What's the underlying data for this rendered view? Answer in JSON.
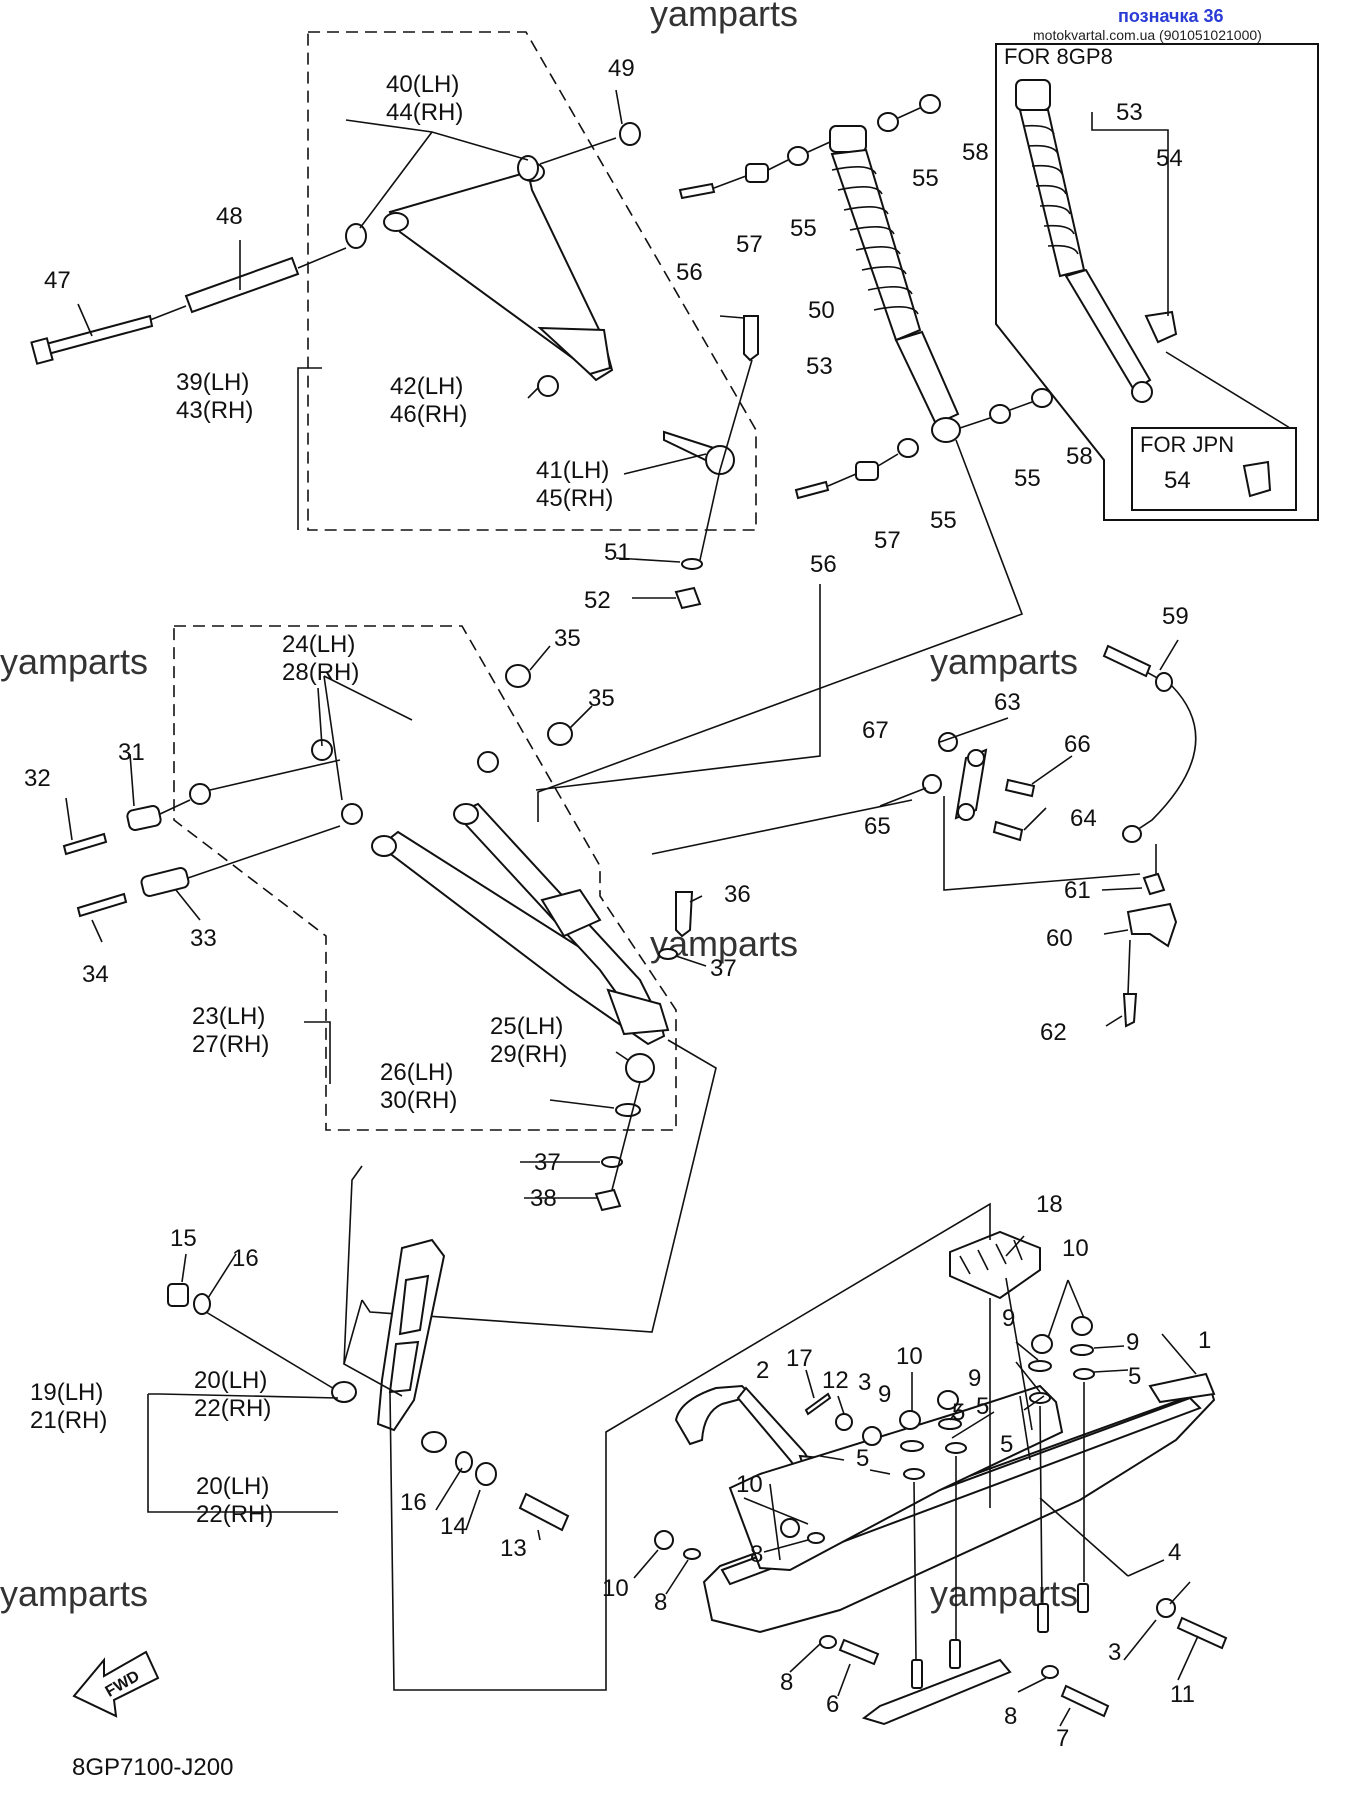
{
  "header": {
    "page_ref": "позначка 36",
    "source": "motokvartal.com.ua (901051021000)"
  },
  "watermark": "yamparts",
  "diagram_code": "8GP7100-J200",
  "fwd_label": "FWD",
  "boxes": {
    "variant_8gp8": "FOR 8GP8",
    "variant_jpn": "FOR JPN"
  },
  "labels": [
    {
      "id": "p1",
      "text": "1"
    },
    {
      "id": "p2",
      "text": "2"
    },
    {
      "id": "p3a",
      "text": "3"
    },
    {
      "id": "p3b",
      "text": "3"
    },
    {
      "id": "p4",
      "text": "4"
    },
    {
      "id": "p5a",
      "text": "5"
    },
    {
      "id": "p5b",
      "text": "5"
    },
    {
      "id": "p5c",
      "text": "5"
    },
    {
      "id": "p5d",
      "text": "5"
    },
    {
      "id": "p5e",
      "text": "5"
    },
    {
      "id": "p6",
      "text": "6"
    },
    {
      "id": "p7",
      "text": "7"
    },
    {
      "id": "p8a",
      "text": "8"
    },
    {
      "id": "p8b",
      "text": "8"
    },
    {
      "id": "p8c",
      "text": "8"
    },
    {
      "id": "p8d",
      "text": "8"
    },
    {
      "id": "p9a",
      "text": "9"
    },
    {
      "id": "p9b",
      "text": "9"
    },
    {
      "id": "p9c",
      "text": "9"
    },
    {
      "id": "p9d",
      "text": "9"
    },
    {
      "id": "p10a",
      "text": "10"
    },
    {
      "id": "p10b",
      "text": "10"
    },
    {
      "id": "p10c",
      "text": "10"
    },
    {
      "id": "p10d",
      "text": "10"
    },
    {
      "id": "p11",
      "text": "11"
    },
    {
      "id": "p12",
      "text": "12"
    },
    {
      "id": "p13",
      "text": "13"
    },
    {
      "id": "p14",
      "text": "14"
    },
    {
      "id": "p15",
      "text": "15"
    },
    {
      "id": "p16a",
      "text": "16"
    },
    {
      "id": "p16b",
      "text": "16"
    },
    {
      "id": "p17",
      "text": "17"
    },
    {
      "id": "p18",
      "text": "18"
    },
    {
      "id": "p19",
      "text": "19(LH)"
    },
    {
      "id": "p21",
      "text": "21(RH)"
    },
    {
      "id": "p20a",
      "text": "20(LH)"
    },
    {
      "id": "p22a",
      "text": "22(RH)"
    },
    {
      "id": "p20b",
      "text": "20(LH)"
    },
    {
      "id": "p22b",
      "text": "22(RH)"
    },
    {
      "id": "p23",
      "text": "23(LH)"
    },
    {
      "id": "p27",
      "text": "27(RH)"
    },
    {
      "id": "p24",
      "text": "24(LH)"
    },
    {
      "id": "p28",
      "text": "28(RH)"
    },
    {
      "id": "p25",
      "text": "25(LH)"
    },
    {
      "id": "p29",
      "text": "29(RH)"
    },
    {
      "id": "p26",
      "text": "26(LH)"
    },
    {
      "id": "p30",
      "text": "30(RH)"
    },
    {
      "id": "p31",
      "text": "31"
    },
    {
      "id": "p32",
      "text": "32"
    },
    {
      "id": "p33",
      "text": "33"
    },
    {
      "id": "p34",
      "text": "34"
    },
    {
      "id": "p35a",
      "text": "35"
    },
    {
      "id": "p35b",
      "text": "35"
    },
    {
      "id": "p36",
      "text": "36"
    },
    {
      "id": "p37a",
      "text": "37"
    },
    {
      "id": "p37b",
      "text": "37"
    },
    {
      "id": "p38",
      "text": "38"
    },
    {
      "id": "p39",
      "text": "39(LH)"
    },
    {
      "id": "p43",
      "text": "43(RH)"
    },
    {
      "id": "p40",
      "text": "40(LH)"
    },
    {
      "id": "p44",
      "text": "44(RH)"
    },
    {
      "id": "p41",
      "text": "41(LH)"
    },
    {
      "id": "p45",
      "text": "45(RH)"
    },
    {
      "id": "p42",
      "text": "42(LH)"
    },
    {
      "id": "p46",
      "text": "46(RH)"
    },
    {
      "id": "p47",
      "text": "47"
    },
    {
      "id": "p48",
      "text": "48"
    },
    {
      "id": "p49",
      "text": "49"
    },
    {
      "id": "p50",
      "text": "50"
    },
    {
      "id": "p51",
      "text": "51"
    },
    {
      "id": "p52",
      "text": "52"
    },
    {
      "id": "p53a",
      "text": "53"
    },
    {
      "id": "p53b",
      "text": "53"
    },
    {
      "id": "p54a",
      "text": "54"
    },
    {
      "id": "p54b",
      "text": "54"
    },
    {
      "id": "p55a",
      "text": "55"
    },
    {
      "id": "p55b",
      "text": "55"
    },
    {
      "id": "p55c",
      "text": "55"
    },
    {
      "id": "p55d",
      "text": "55"
    },
    {
      "id": "p56a",
      "text": "56"
    },
    {
      "id": "p56b",
      "text": "56"
    },
    {
      "id": "p57a",
      "text": "57"
    },
    {
      "id": "p57b",
      "text": "57"
    },
    {
      "id": "p58a",
      "text": "58"
    },
    {
      "id": "p58b",
      "text": "58"
    },
    {
      "id": "p59",
      "text": "59"
    },
    {
      "id": "p60",
      "text": "60"
    },
    {
      "id": "p61",
      "text": "61"
    },
    {
      "id": "p62",
      "text": "62"
    },
    {
      "id": "p63",
      "text": "63"
    },
    {
      "id": "p64",
      "text": "64"
    },
    {
      "id": "p65",
      "text": "65"
    },
    {
      "id": "p66",
      "text": "66"
    },
    {
      "id": "p67",
      "text": "67"
    }
  ]
}
